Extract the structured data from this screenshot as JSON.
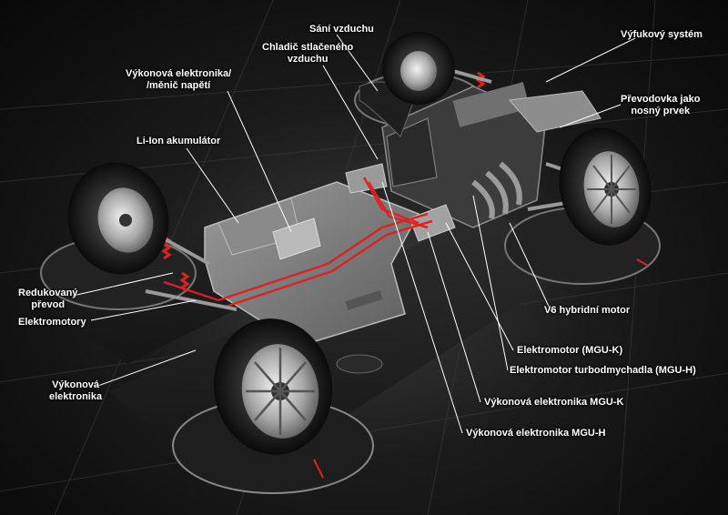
{
  "labels": {
    "sani": "Sání vzduchu",
    "chladic": [
      "Chladič stlačeného",
      "vzduchu"
    ],
    "vykonova_menic": [
      "Výkonová elektronika/",
      "/měnič napětí"
    ],
    "liion": "Li-Ion akumulátor",
    "vyfuk": "Výfukový systém",
    "prevodovka": [
      "Převodovka jako",
      "nosný prvek"
    ],
    "redukovany": [
      "Redukovaný",
      "převod"
    ],
    "elektromotory": "Elektromotory",
    "vykonova_el": [
      "Výkonová",
      "elektronika"
    ],
    "v6": "V6 hybridní motor",
    "mguk": "Elektromotor (MGU-K)",
    "mguh": "Elektromotor turbodmychadla (MGU-H)",
    "el_mguk": "Výkonová elektronika MGU-K",
    "el_mguh": "Výkonová elektronika MGU-H"
  }
}
